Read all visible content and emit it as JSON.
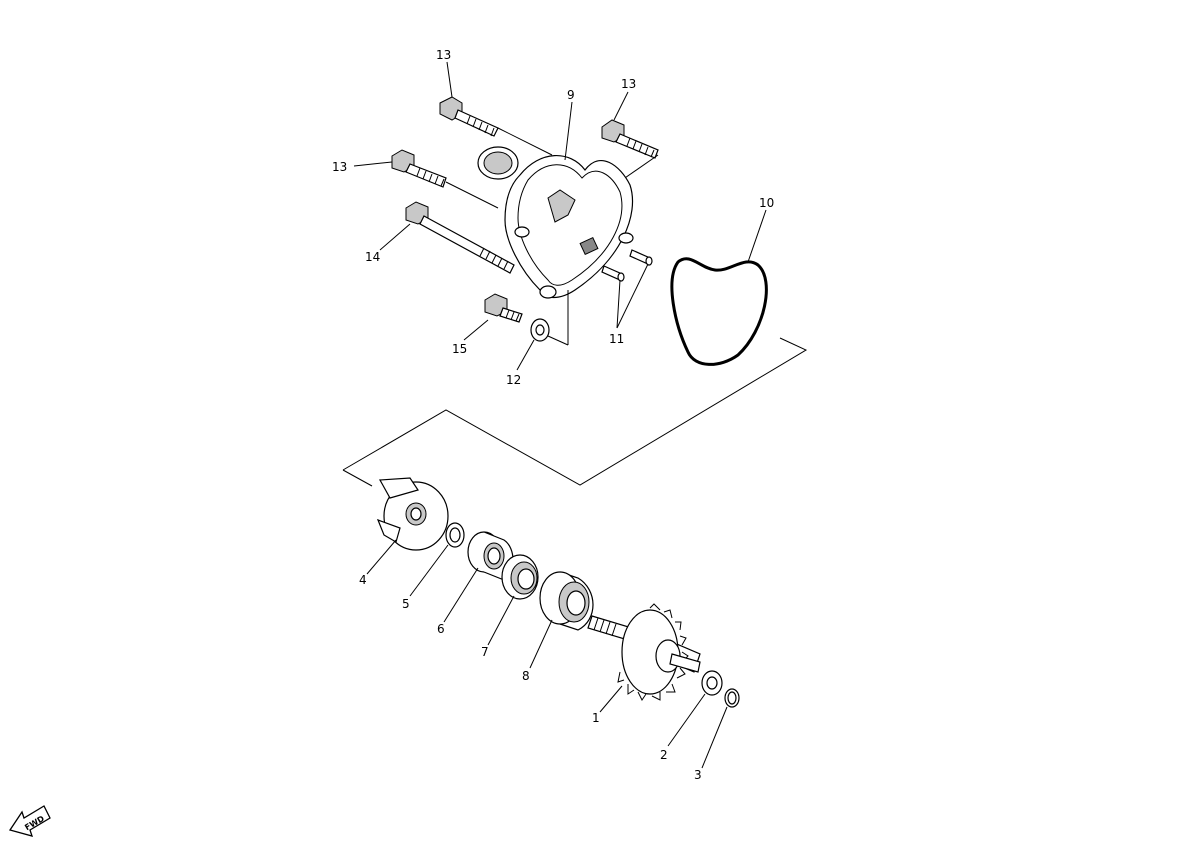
{
  "labels": {
    "p1": "1",
    "p2": "2",
    "p3": "3",
    "p4": "4",
    "p5": "5",
    "p6": "6",
    "p7": "7",
    "p8": "8",
    "p9": "9",
    "p10": "10",
    "p11": "11",
    "p12": "12",
    "p13a": "13",
    "p13b": "13",
    "p13c": "13",
    "p14": "14",
    "p15": "15"
  },
  "fwd": "FWD"
}
